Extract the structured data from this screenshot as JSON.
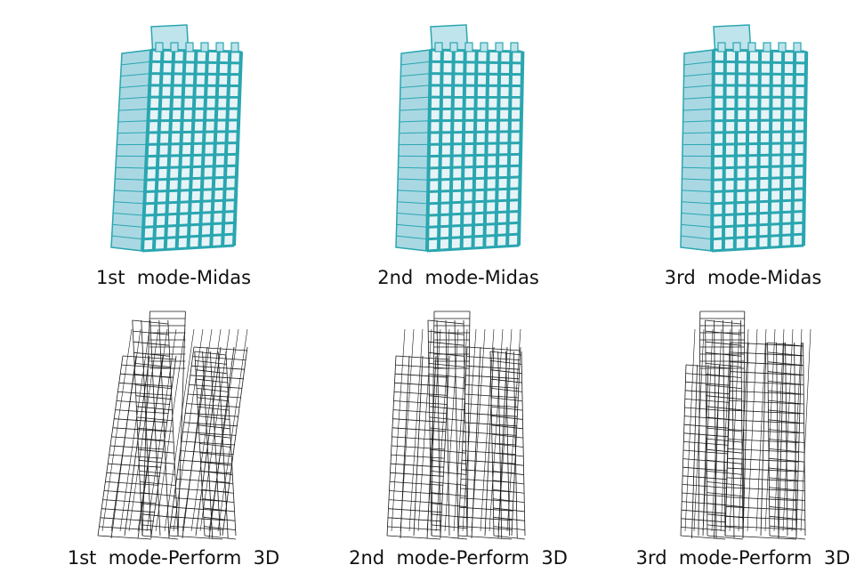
{
  "figure": {
    "panels": [
      {
        "id": "midas-1",
        "caption": "1st  mode-Midas",
        "style": "solid",
        "mode": 1
      },
      {
        "id": "midas-2",
        "caption": "2nd  mode-Midas",
        "style": "solid",
        "mode": 2
      },
      {
        "id": "midas-3",
        "caption": "3rd  mode-Midas",
        "style": "solid",
        "mode": 3
      },
      {
        "id": "perform-1",
        "caption": "1st  mode-Perform  3D",
        "style": "wire",
        "mode": 1
      },
      {
        "id": "perform-2",
        "caption": "2nd  mode-Perform  3D",
        "style": "wire",
        "mode": 2
      },
      {
        "id": "perform-3",
        "caption": "3rd  mode-Perform  3D",
        "style": "wire",
        "mode": 3
      }
    ],
    "colors": {
      "solid_fill": "#a9d8e3",
      "solid_face": "#bfe4ec",
      "solid_stroke": "#2aa6b0",
      "wire_stroke": "#1a1a1a",
      "caption": "#111111"
    }
  }
}
